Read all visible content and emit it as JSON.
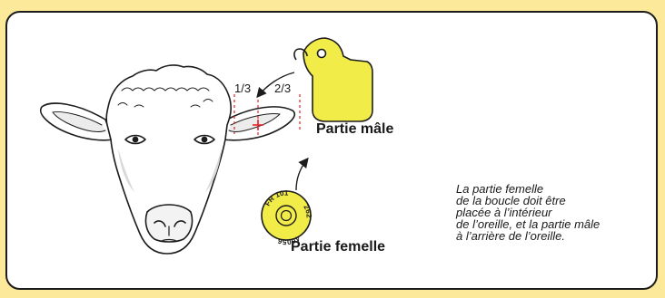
{
  "colors": {
    "page_background": "#fde99a",
    "panel_background": "#ffffff",
    "tag_yellow": "#f2ec49",
    "guide_red": "#e2242a",
    "outline": "#1c1c1c"
  },
  "labels": {
    "one_third": "1/3",
    "two_thirds": "2/3",
    "male_part": "Partie mâle",
    "female_part": "Partie femelle"
  },
  "female_tag": {
    "top_text": "FR 101",
    "right_text": "262",
    "bottom_text": "40056"
  },
  "caption": {
    "lines": [
      "La partie femelle",
      "de la boucle doit être",
      "placée à l’intérieur",
      "de l’oreille, et la partie mâle",
      "à l’arrière de l’oreille."
    ]
  },
  "icons": [
    "sheep-head-illustration",
    "male-ear-tag-icon",
    "female-ear-tag-icon",
    "curved-arrow-icon",
    "placement-cross-icon"
  ]
}
